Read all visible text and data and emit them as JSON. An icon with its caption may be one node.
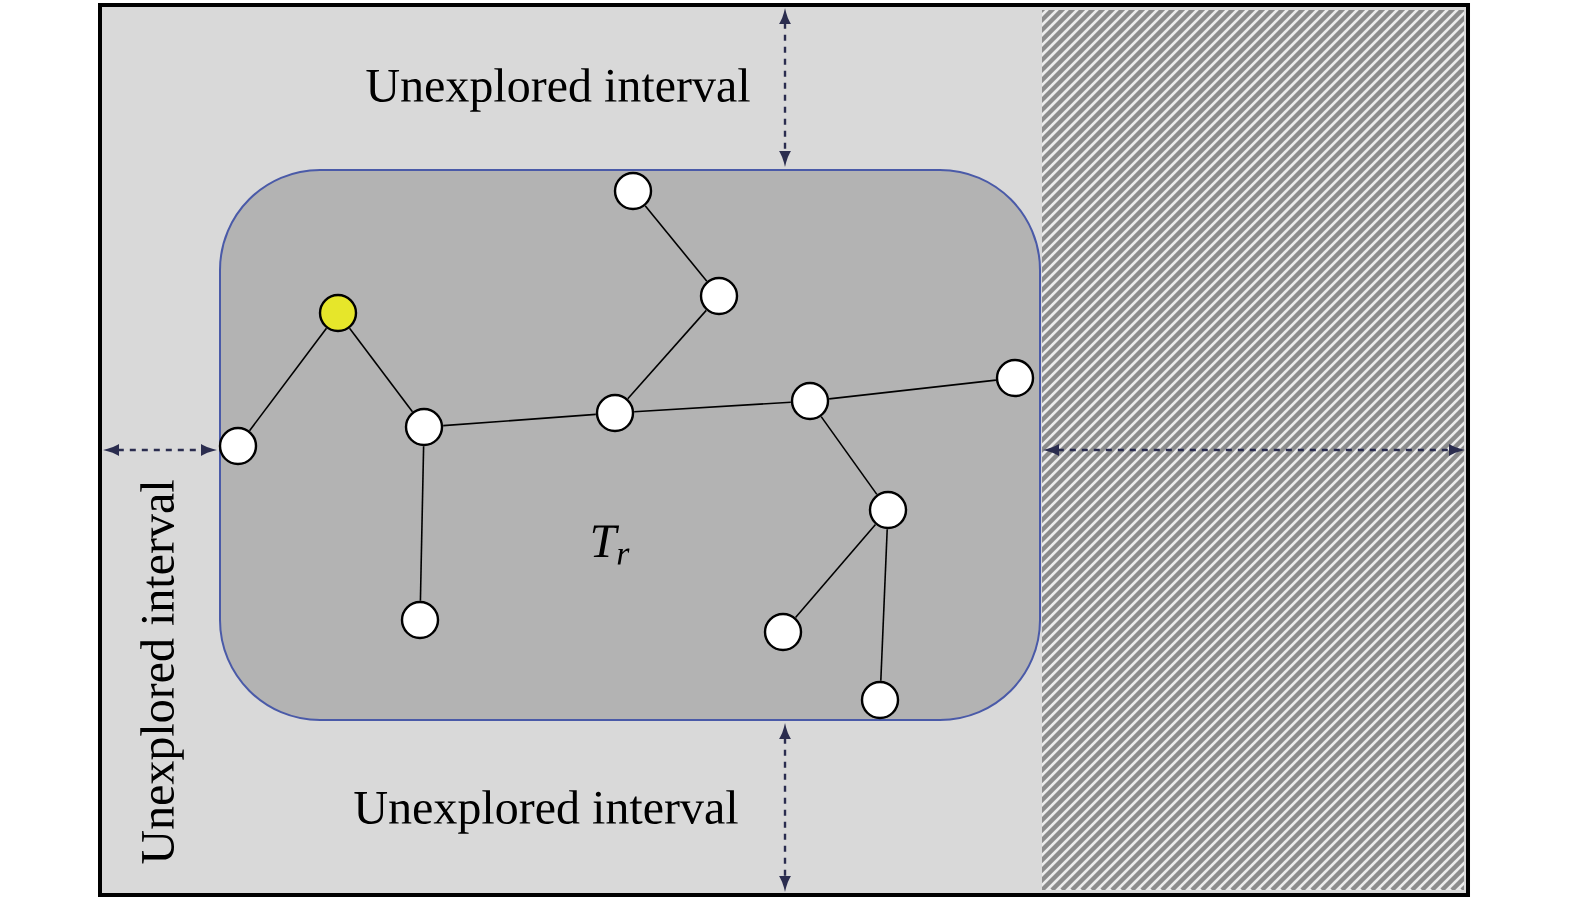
{
  "diagram": {
    "nodes": [
      {
        "text": [
          "T$_{r}$"
        ]
      },
      {
        "text": [],
        "shape": "circle",
        "in": 0
      },
      {
        "text": [],
        "shape": "circle",
        "in": 0
      },
      {
        "text": [],
        "shape": "circle",
        "in": 0
      },
      {
        "text": [],
        "shape": "circle",
        "in": 0
      },
      {
        "text": [],
        "shape": "circle",
        "in": 0
      },
      {
        "text": [],
        "shape": "circle",
        "in": 0
      },
      {
        "text": [],
        "shape": "circle",
        "in": 0
      },
      {
        "text": [],
        "shape": "circle",
        "in": 0
      },
      {
        "text": [],
        "shape": "circle",
        "in": 0
      },
      {
        "text": [],
        "shape": "circle",
        "in": 0
      },
      {
        "text": [],
        "shape": "circle",
        "in": 0
      },
      {
        "text": [],
        "shape": "circle",
        "in": 0
      }
    ],
    "edges": [
      {
        "from": 1,
        "to": 2,
        "arrow": "none"
      },
      {
        "from": 2,
        "to": 4,
        "arrow": "none"
      },
      {
        "from": 4,
        "to": 3,
        "arrow": "none"
      },
      {
        "from": 4,
        "to": 5,
        "arrow": "none"
      },
      {
        "from": 5,
        "to": 7,
        "arrow": "none"
      },
      {
        "from": 7,
        "to": 6,
        "arrow": "none"
      },
      {
        "from": 5,
        "to": 9,
        "arrow": "none"
      },
      {
        "from": 9,
        "to": 12,
        "arrow": "none"
      },
      {
        "from": 9,
        "to": 11,
        "arrow": "none"
      },
      {
        "from": 11,
        "to": 8,
        "arrow": "none"
      },
      {
        "from": 11,
        "to": 10,
        "arrow": "none"
      }
    ],
    "labels": [
      "Unexplored interval",
      "Unexplored interval",
      "Unexplored interval"
    ]
  }
}
